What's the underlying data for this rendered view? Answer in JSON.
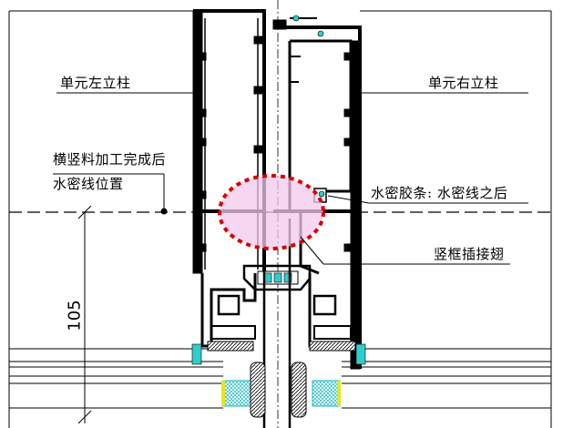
{
  "labels": {
    "left_mullion": "单元左立柱",
    "right_mullion": "单元右立柱",
    "waterline_note_1": "横竖料加工完成后",
    "waterline_note_2": "水密线位置",
    "water_seal": "水密胶条: 水密线之后",
    "splice_fin": "竖框插接翅",
    "dimension": "105"
  },
  "colors": {
    "line": "#000000",
    "highlight_fill": "#f3c9ee",
    "highlight_stroke": "#d40000",
    "insulation": "#33cccc",
    "thermal_break": "#e0e0e0"
  }
}
